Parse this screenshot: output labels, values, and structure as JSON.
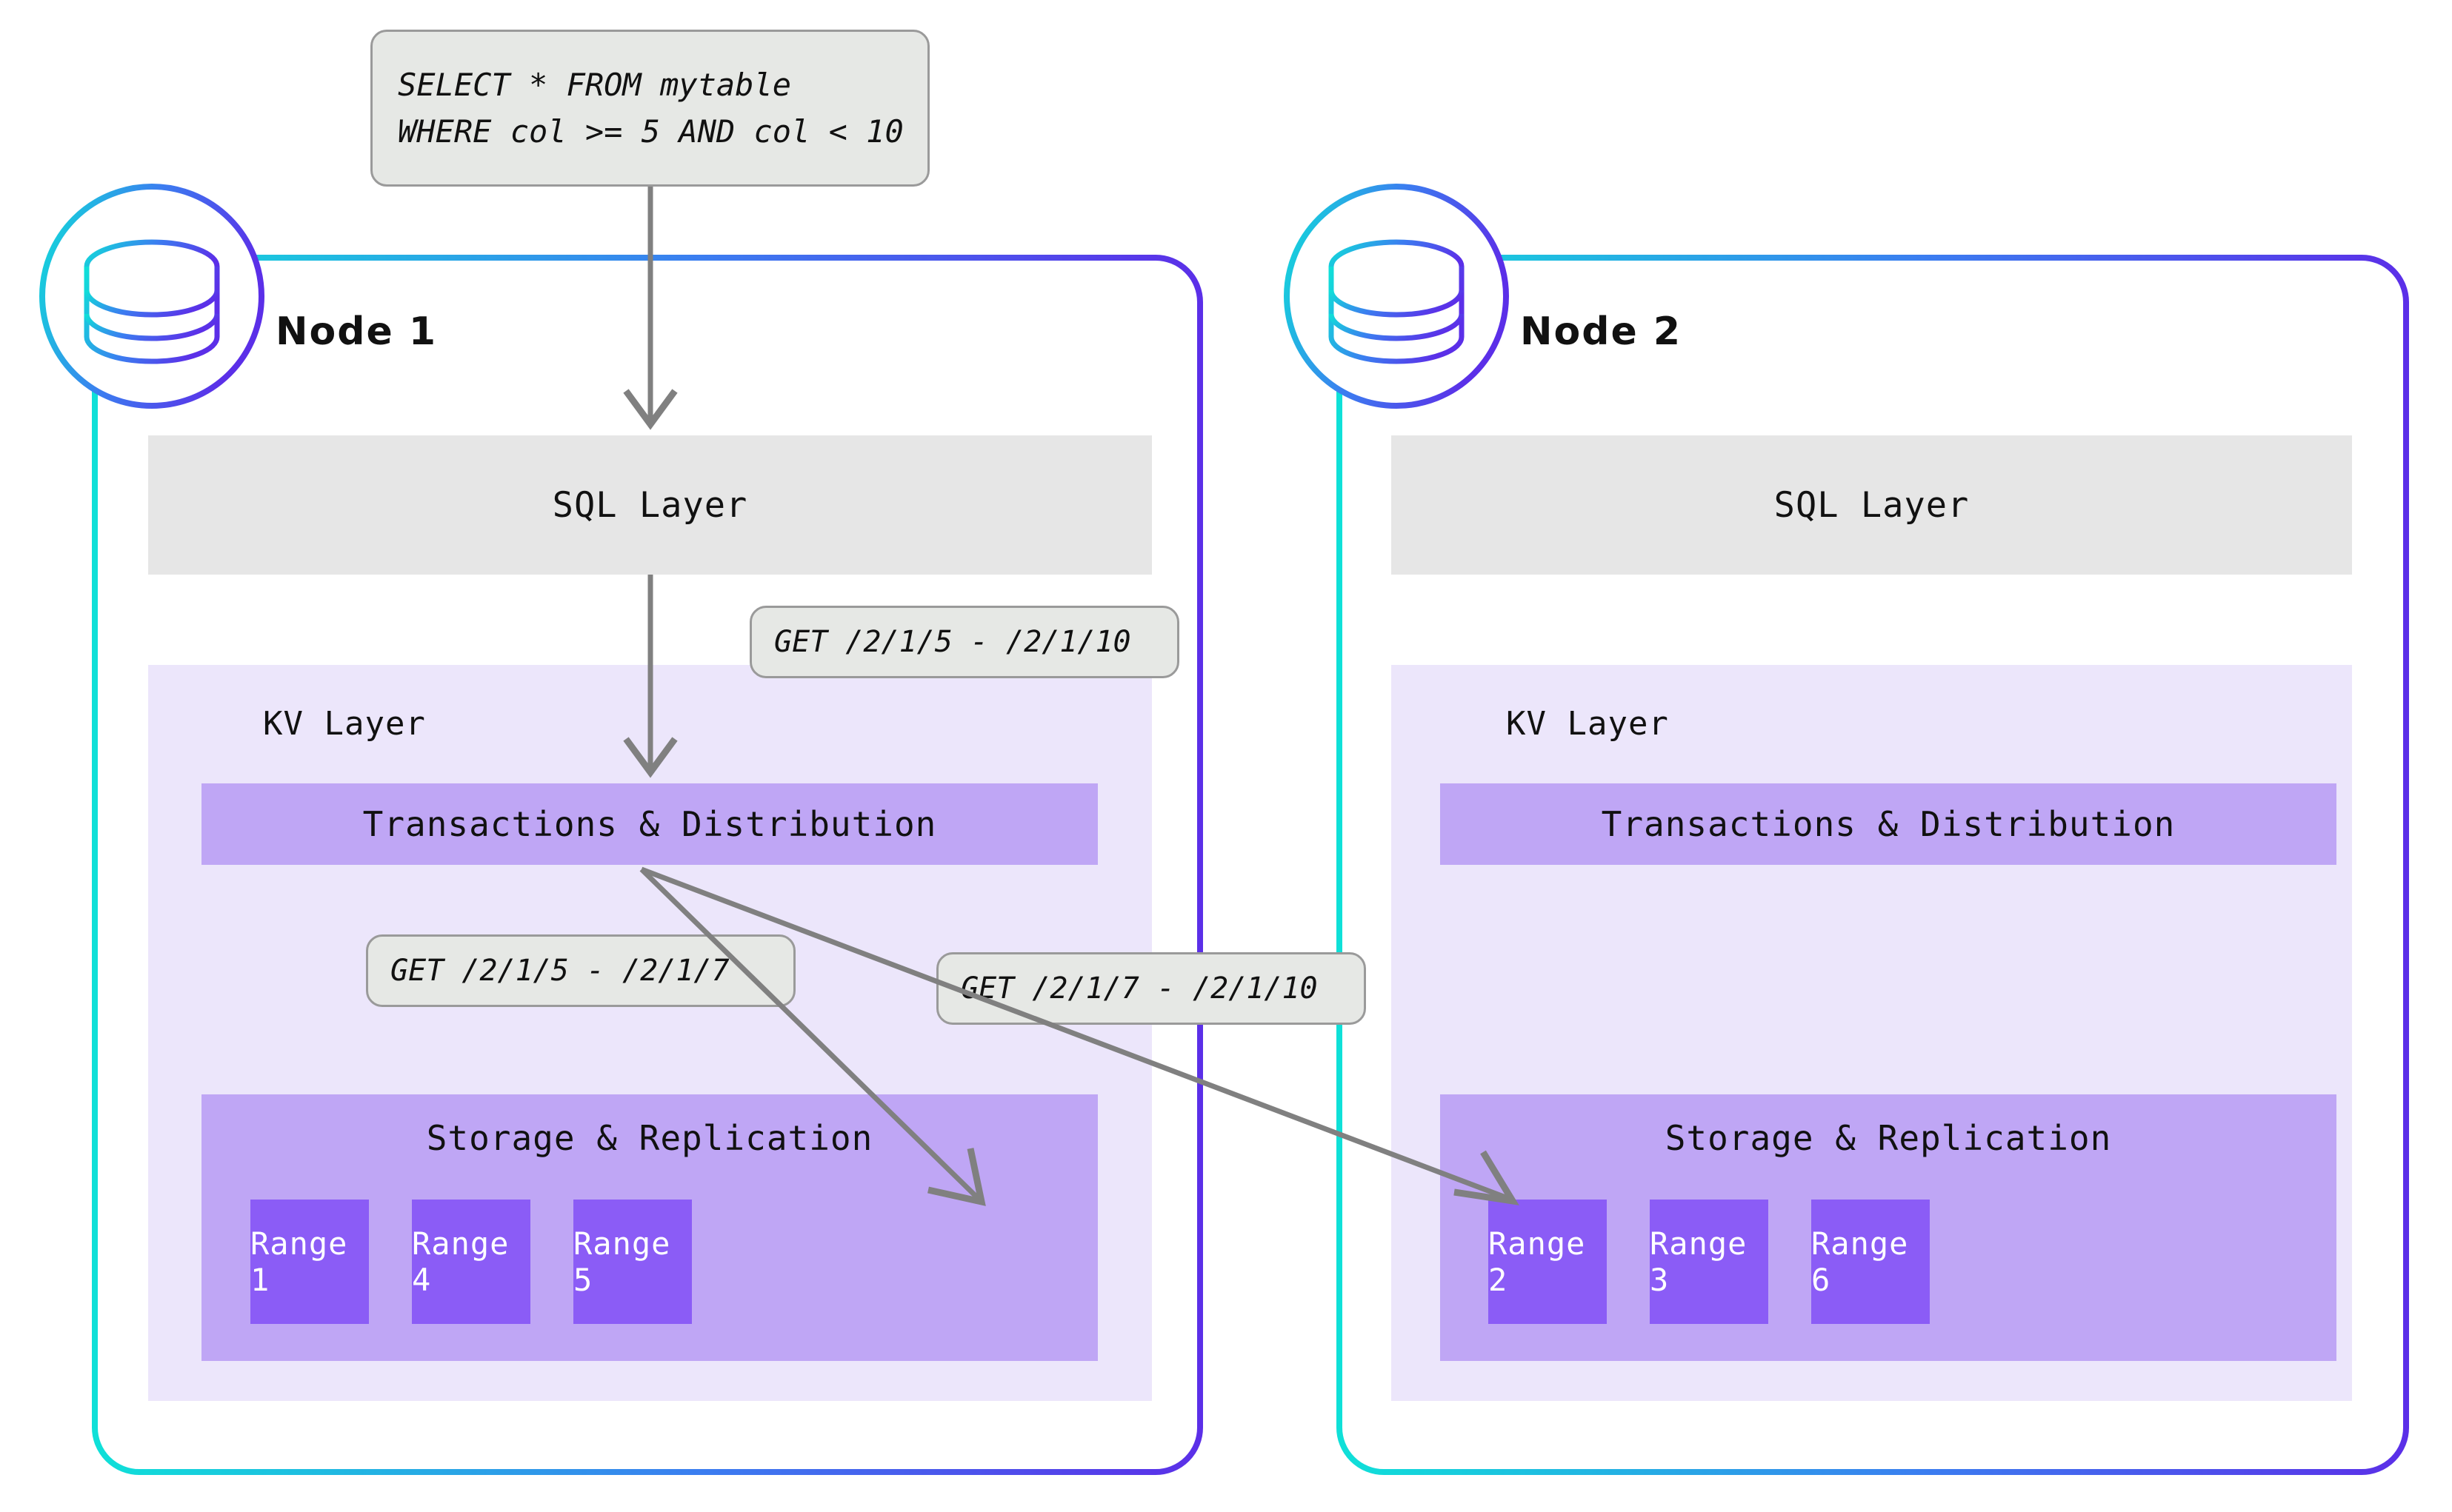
{
  "diagram": {
    "title": "CockroachDB distributed SQL query routing across nodes",
    "colors": {
      "gradient_start": "#0FE0D8",
      "gradient_end": "#5B2FE8",
      "sql_layer_bg": "#E6E6E6",
      "kv_layer_bg": "#ECE6FB",
      "txn_bar_bg": "#BFA6F5",
      "storage_bg": "#BFA6F5",
      "range_bg": "#8B5CF6",
      "bubble_bg": "#E6E8E5",
      "bubble_border": "#9A9A9A",
      "arrow": "#808080",
      "text": "#111111",
      "range_text": "#FFFFFF"
    },
    "query_bubble": {
      "line1": "SELECT * FROM mytable",
      "line2": "WHERE col >= 5 AND col < 10"
    },
    "get_requests": [
      {
        "id": "sql-to-kv",
        "label": "GET /2/1/5 - /2/1/10"
      },
      {
        "id": "kv-to-range5",
        "label": "GET /2/1/5 - /2/1/7"
      },
      {
        "id": "kv-to-range2",
        "label": "GET /2/1/7 - /2/1/10"
      }
    ],
    "nodes": [
      {
        "id": "node-1",
        "title": "Node 1",
        "icon": "database-icon",
        "sql_layer_label": "SQL Layer",
        "kv_layer_label": "KV Layer",
        "txn_label": "Transactions & Distribution",
        "storage_label": "Storage & Replication",
        "ranges": [
          "Range 1",
          "Range 4",
          "Range 5"
        ]
      },
      {
        "id": "node-2",
        "title": "Node 2",
        "icon": "database-icon",
        "sql_layer_label": "SQL Layer",
        "kv_layer_label": "KV Layer",
        "txn_label": "Transactions & Distribution",
        "storage_label": "Storage & Replication",
        "ranges": [
          "Range 2",
          "Range 3",
          "Range 6"
        ]
      }
    ]
  }
}
